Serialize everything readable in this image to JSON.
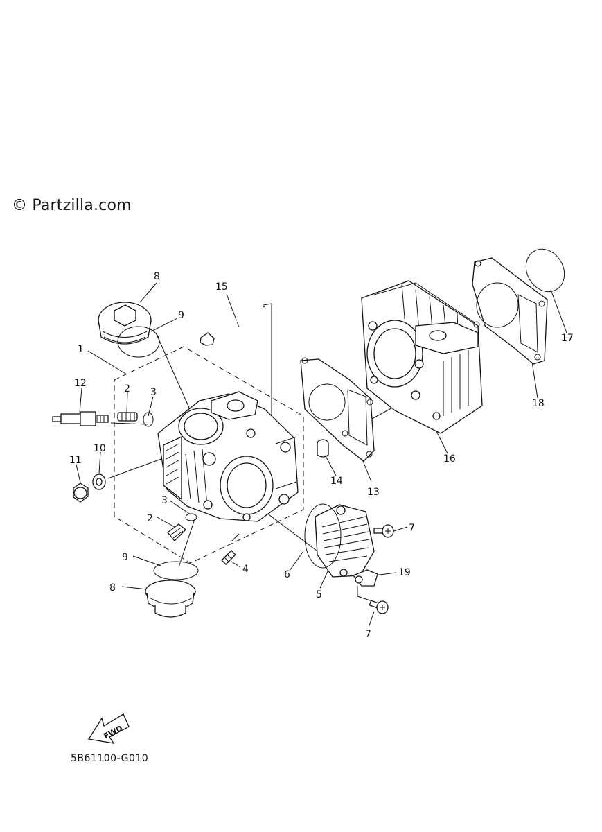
{
  "watermark": "© Partzilla.com",
  "diagram_code": "5B61100-G010",
  "fwd_badge": "FWD",
  "callouts": [
    {
      "id": "c8a",
      "text": "8"
    },
    {
      "id": "c9a",
      "text": "9"
    },
    {
      "id": "c15",
      "text": "15"
    },
    {
      "id": "c1",
      "text": "1"
    },
    {
      "id": "c12",
      "text": "12"
    },
    {
      "id": "c2a",
      "text": "2"
    },
    {
      "id": "c3a",
      "text": "3"
    },
    {
      "id": "c10",
      "text": "10"
    },
    {
      "id": "c11",
      "text": "11"
    },
    {
      "id": "c3b",
      "text": "3"
    },
    {
      "id": "c2b",
      "text": "2"
    },
    {
      "id": "c9b",
      "text": "9"
    },
    {
      "id": "c8b",
      "text": "8"
    },
    {
      "id": "c4",
      "text": "4"
    },
    {
      "id": "c14",
      "text": "14"
    },
    {
      "id": "c13",
      "text": "13"
    },
    {
      "id": "c16",
      "text": "16"
    },
    {
      "id": "c17",
      "text": "17"
    },
    {
      "id": "c18",
      "text": "18"
    },
    {
      "id": "c7a",
      "text": "7"
    },
    {
      "id": "c6",
      "text": "6"
    },
    {
      "id": "c5",
      "text": "5"
    },
    {
      "id": "c19",
      "text": "19"
    },
    {
      "id": "c7b",
      "text": "7"
    }
  ]
}
